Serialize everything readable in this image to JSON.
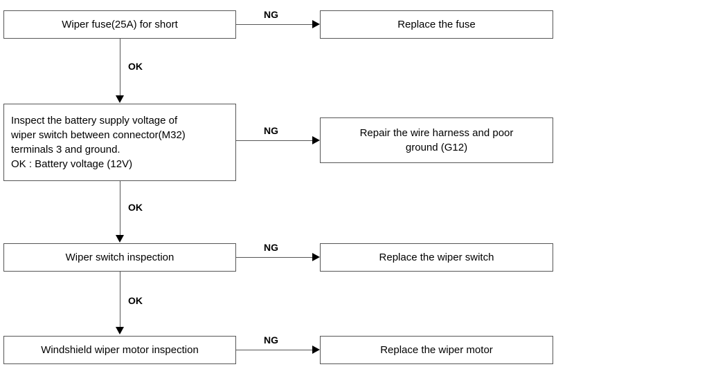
{
  "diagram": {
    "title": "Windshield wiper troubleshooting flowchart",
    "line_color": "#555555",
    "arrow_color": "#000000",
    "text_color": "#000000",
    "background": "#ffffff"
  },
  "nodes": {
    "check_fuse": "Wiper fuse(25A) for short",
    "replace_fuse": "Replace the fuse",
    "check_voltage": "Inspect the battery supply voltage of\nwiper switch between connector(M32)\nterminals 3 and ground.\nOK : Battery voltage (12V)",
    "repair_harness": "Repair the wire harness and poor\nground (G12)",
    "check_switch": "Wiper switch inspection",
    "replace_switch": "Replace the wiper switch",
    "check_motor": "Windshield wiper motor inspection",
    "replace_motor": "Replace the wiper motor"
  },
  "edges": {
    "ng_1": "NG",
    "ng_2": "NG",
    "ng_3": "NG",
    "ng_4": "NG",
    "ok_1": "OK",
    "ok_2": "OK",
    "ok_3": "OK"
  }
}
